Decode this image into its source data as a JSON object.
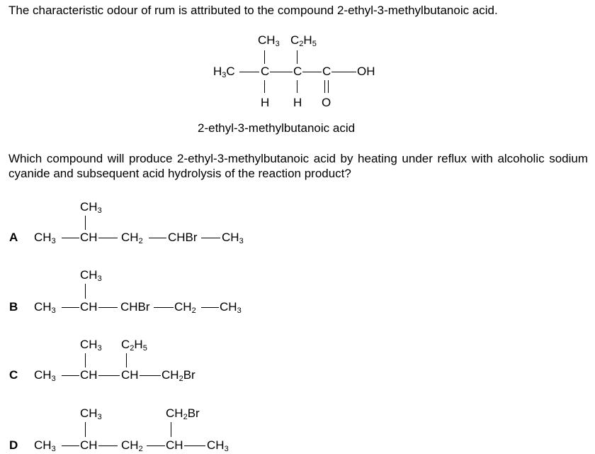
{
  "intro": "The characteristic odour of rum is attributed to the compound 2-ethyl-3-methylbutanoic acid.",
  "structure": {
    "top_ch3": "CH",
    "top_ch3_sub": "3",
    "top_c2h5_a": "C",
    "top_c2h5_s1": "2",
    "top_c2h5_b": "H",
    "top_c2h5_s2": "5",
    "h3c_a": "H",
    "h3c_s": "3",
    "h3c_b": "C",
    "c1": "C",
    "c2": "C",
    "c3": "C",
    "oh": "OH",
    "h1": "H",
    "h2": "H",
    "o": "O",
    "name": "2-ethyl-3-methylbutanoic acid"
  },
  "question": "Which compound will produce 2-ethyl-3-methylbutanoic acid by heating under reflux with alcoholic sodium cyanide and subsequent acid hydrolysis of the reaction product?",
  "options": {
    "A": {
      "label": "A",
      "ch3": "CH",
      "s3": "3",
      "ch": "CH",
      "ch2": "CH",
      "s2": "2",
      "chbr": "CHBr",
      "ch3b": "CH",
      "s3b": "3",
      "top": "CH",
      "tops": "3"
    },
    "B": {
      "label": "B",
      "ch3": "CH",
      "s3": "3",
      "ch": "CH",
      "chbr": "CHBr",
      "ch2": "CH",
      "s2": "2",
      "ch3b": "CH",
      "s3b": "3",
      "top": "CH",
      "tops": "3"
    },
    "C": {
      "label": "C",
      "ch3": "CH",
      "s3": "3",
      "ch": "CH",
      "ch_b": "CH",
      "ch2br": "CH",
      "s2": "2",
      "br": "Br",
      "top1": "CH",
      "top1s": "3",
      "top2a": "C",
      "top2s1": "2",
      "top2b": "H",
      "top2s2": "5"
    },
    "D": {
      "label": "D",
      "ch3": "CH",
      "s3": "3",
      "ch": "CH",
      "ch2": "CH",
      "s2": "2",
      "ch_b": "CH",
      "ch3b": "CH",
      "s3b": "3",
      "top1": "CH",
      "top1s": "3",
      "top2": "CH",
      "top2s": "2",
      "top2br": "Br"
    }
  }
}
